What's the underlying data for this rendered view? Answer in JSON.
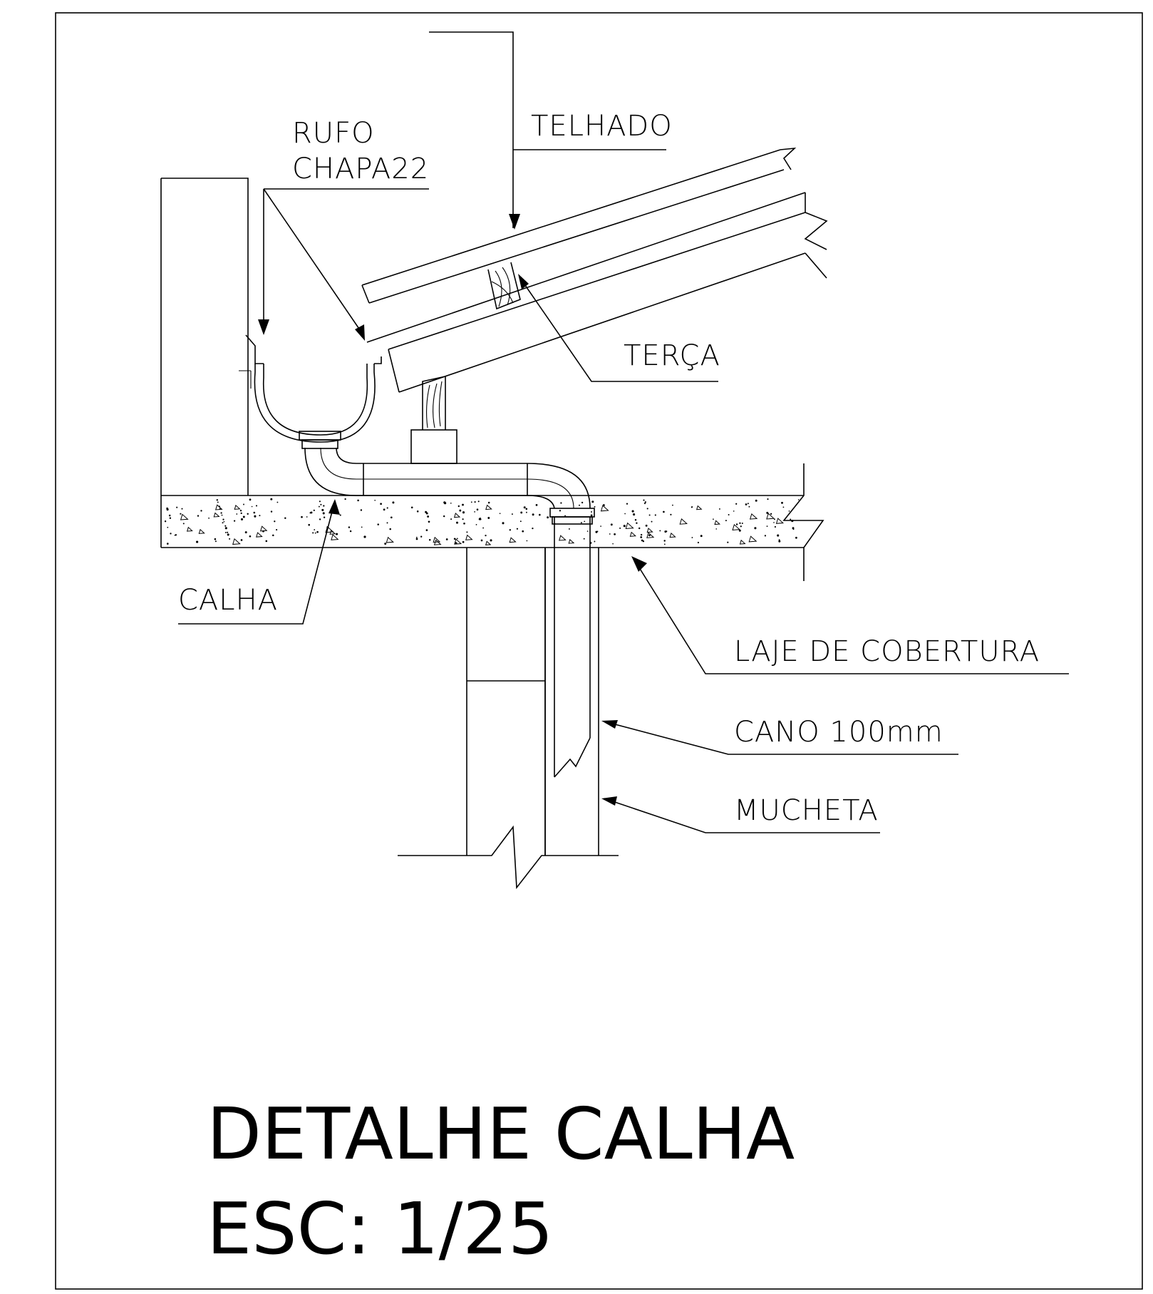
{
  "labels": {
    "rufo_line1": "RUFO",
    "rufo_line2": "CHAPA22",
    "telhado": "TELHADO",
    "terca": "TERÇA",
    "calha": "CALHA",
    "laje": "LAJE  DE  COBERTURA",
    "cano": "CANO  100mm",
    "mucheta": "MUCHETA"
  },
  "title": {
    "line1": "DETALHE CALHA",
    "line2": "ESC: 1/25"
  },
  "colors": {
    "ink": "#000000",
    "paper": "#ffffff"
  }
}
